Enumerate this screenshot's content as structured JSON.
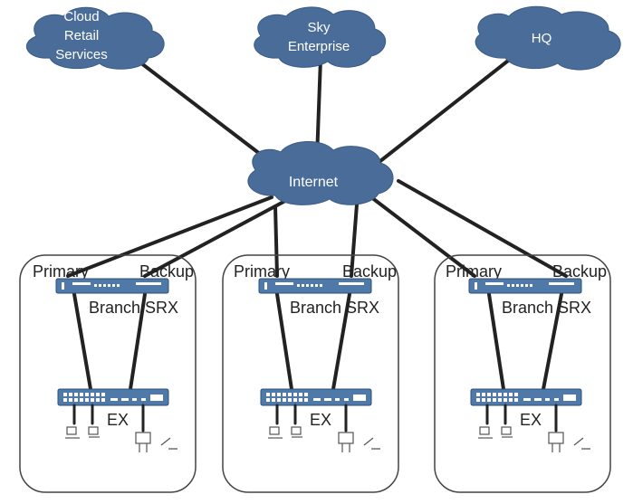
{
  "clouds": {
    "cloud_retail": {
      "lines": [
        "Cloud",
        "Retail",
        "Services"
      ]
    },
    "sky_enterprise": {
      "lines": [
        "Sky",
        "Enterprise"
      ]
    },
    "hq": {
      "lines": [
        "HQ"
      ]
    },
    "internet": {
      "lines": [
        "Internet"
      ]
    }
  },
  "branches": [
    {
      "primary_label": "Primary",
      "backup_label": "Backup",
      "srx_label": "Branch SRX",
      "ex_label": "EX"
    },
    {
      "primary_label": "Primary",
      "backup_label": "Backup",
      "srx_label": "Branch SRX",
      "ex_label": "EX"
    },
    {
      "primary_label": "Primary",
      "backup_label": "Backup",
      "srx_label": "Branch SRX",
      "ex_label": "EX"
    }
  ],
  "colors": {
    "cloud": "#4a6c98",
    "device": "#4f79a8",
    "link": "#222222"
  },
  "icons": {
    "endpoint_small": "computer-icon",
    "endpoint_large": "phone-icon"
  }
}
